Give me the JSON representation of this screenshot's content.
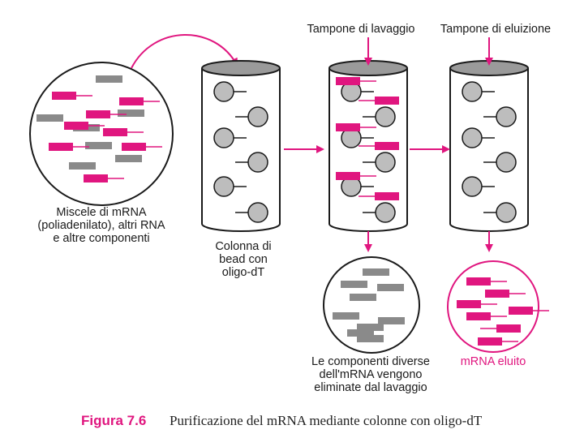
{
  "labels": {
    "wash_buffer": "Tampone di lavaggio",
    "elution_buffer": "Tampone di eluizione",
    "mixture": [
      "Miscele di mRNA",
      "(poliadenilato), altri RNA",
      "e altre componenti"
    ],
    "column": [
      "Colonna di",
      "bead con",
      "oligo-dT"
    ],
    "eliminated": [
      "Le componenti diverse",
      "dell'mRNA vengono",
      "eliminate dal lavaggio"
    ],
    "eluted": "mRNA eluito"
  },
  "caption": {
    "figure": "Figura 7.6",
    "text": "Purificazione del mRNA mediante colonne con oligo-dT"
  },
  "colors": {
    "mrna": "#e0167f",
    "other_rna": "#8a8a8a",
    "bead": "#bdbdbd",
    "column_top": "#9a9a9a",
    "arrow": "#e0167f"
  }
}
